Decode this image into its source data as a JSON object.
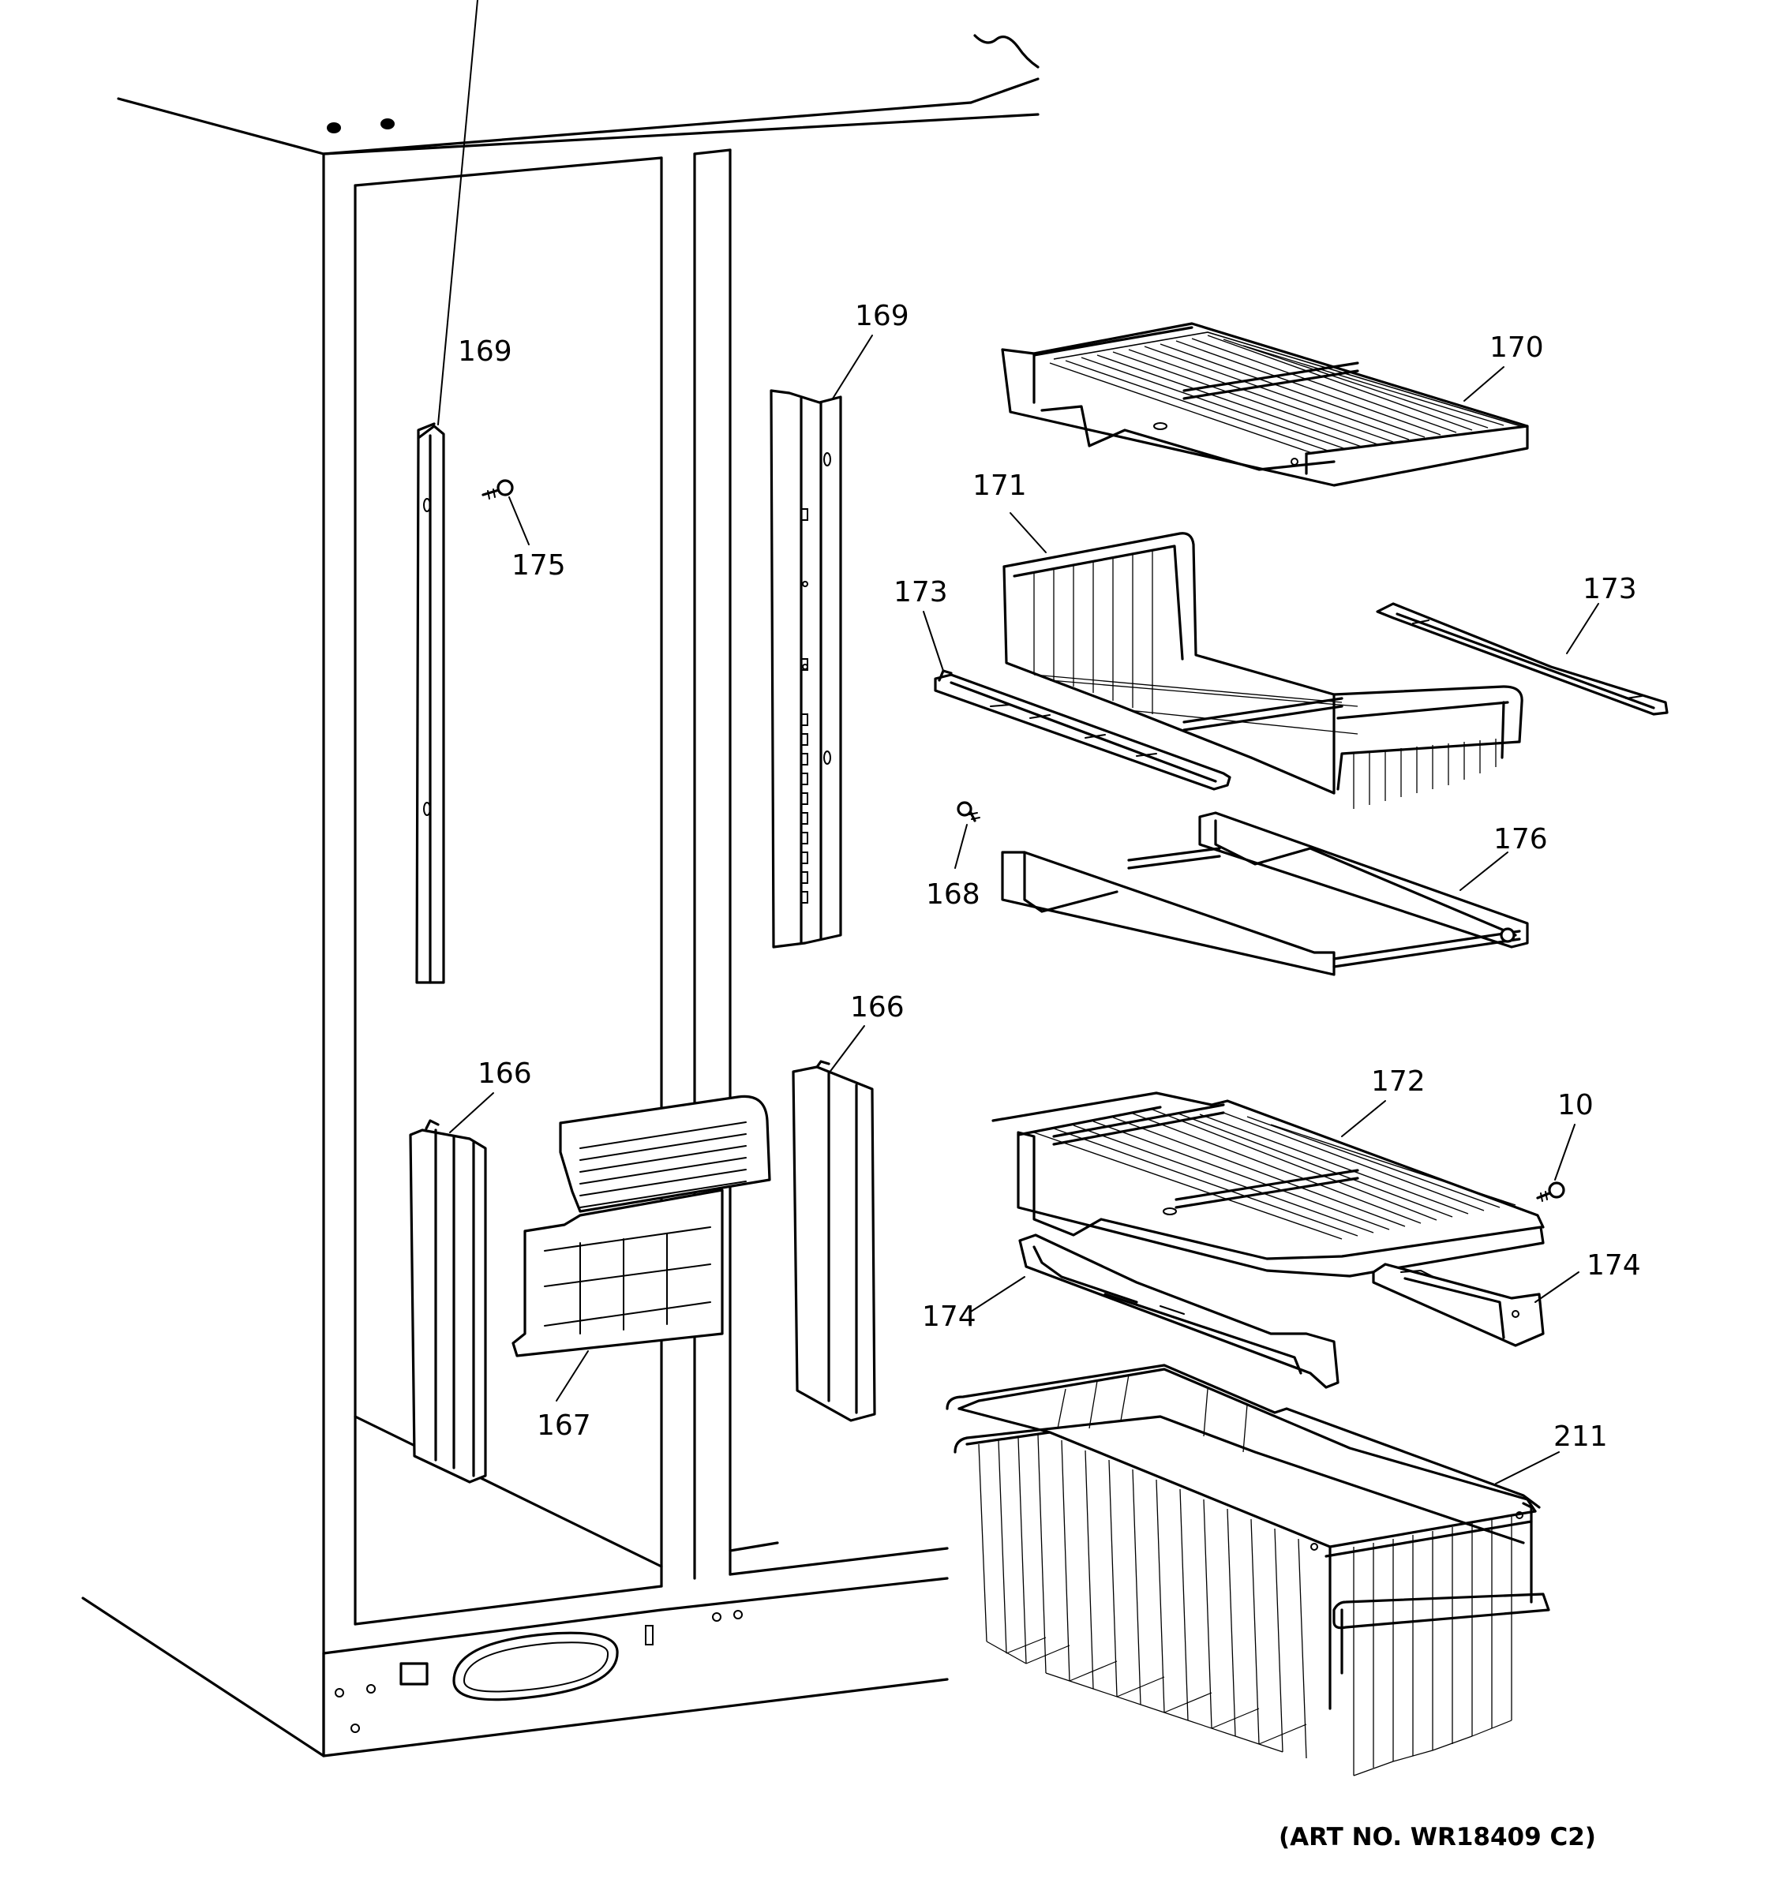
{
  "callouts": {
    "c169_left": "169",
    "c169_right": "169",
    "c175": "175",
    "c170": "170",
    "c171": "171",
    "c173_left": "173",
    "c173_right": "173",
    "c168": "168",
    "c176": "176",
    "c166_left": "166",
    "c166_right": "166",
    "c167": "167",
    "c172": "172",
    "c10": "10",
    "c174_left": "174",
    "c174_right": "174",
    "c211": "211"
  },
  "art_number": "(ART NO. WR18409 C2)"
}
